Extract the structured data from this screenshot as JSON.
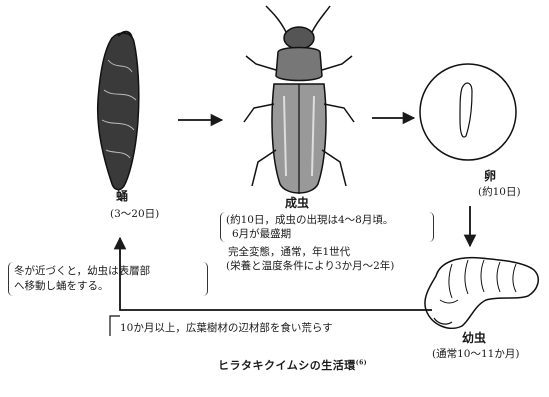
{
  "stages": {
    "adult": {
      "title": "成虫",
      "note_line1": "(約10日，成虫の出現は4〜8月頃。",
      "note_line2": "6月が最盛期"
    },
    "egg": {
      "title": "卵",
      "duration": "(約10日)"
    },
    "larva": {
      "title": "幼虫",
      "duration": "(通常10〜11か月)"
    },
    "pupa": {
      "title": "蛹",
      "duration": "(3〜20日)"
    }
  },
  "notes": {
    "metamorphosis_line1": "完全変態，通常，年1世代",
    "metamorphosis_line2": "(栄養と温度条件により3か月〜2年)",
    "winter_line1": "冬が近づくと，幼虫は表層部",
    "winter_line2": "へ移動し蛹をする。",
    "larva_feeding": "10か月以上，広葉樹材の辺材部を食い荒らす"
  },
  "caption": {
    "text": "ヒラタキクイムシの生活環",
    "ref": "(6)"
  },
  "colors": {
    "ink": "#1a1a1a",
    "background": "#ffffff"
  }
}
